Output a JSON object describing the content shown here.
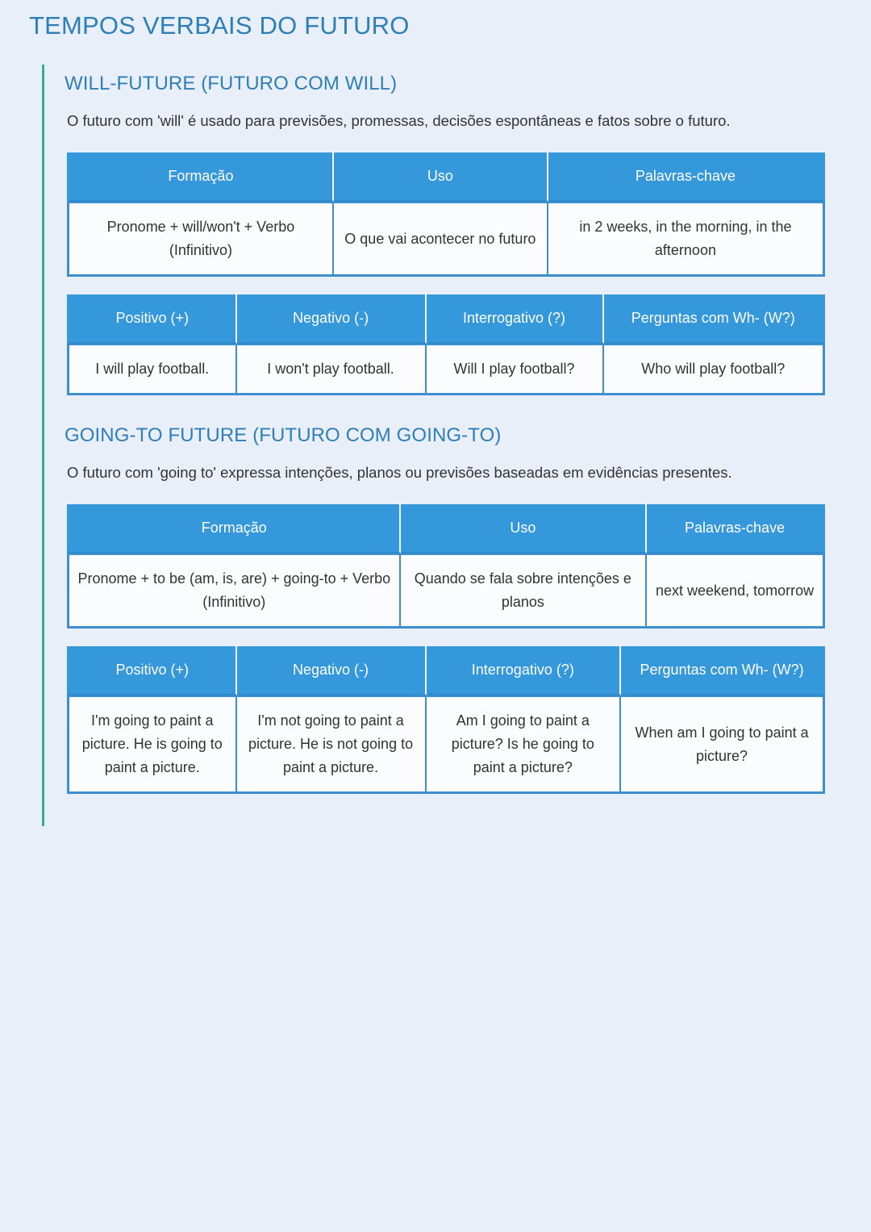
{
  "page": {
    "title": "TEMPOS VERBAIS DO FUTURO",
    "background_color": "#e8eff8",
    "accent_rail_color": "#3aab8e",
    "title_color": "#2e7fb8",
    "table_header_color": "#3498db",
    "table_border_color": "#3d8fcd",
    "cell_background": "#fafcfe",
    "body_text_color": "#333333"
  },
  "sections": [
    {
      "id": "will-future",
      "title": "WILL-FUTURE (FUTURO COM WILL)",
      "description": "O futuro com 'will' é usado para previsões, promessas, decisões espontâneas e fatos sobre o futuro.",
      "table_formation": {
        "headers": [
          "Formação",
          "Uso",
          "Palavras-chave"
        ],
        "rows": [
          [
            "Pronome + will/won't + Verbo (Infinitivo)",
            "O que vai acontecer no futuro",
            "in 2 weeks, in the morning, in the afternoon"
          ]
        ]
      },
      "table_forms": {
        "headers": [
          "Positivo (+)",
          "Negativo (-)",
          "Interrogativo (?)",
          "Perguntas com Wh- (W?)"
        ],
        "rows": [
          [
            "I will play football.",
            "I won't play football.",
            "Will I play football?",
            "Who will play football?"
          ]
        ]
      }
    },
    {
      "id": "going-to-future",
      "title": "GOING-TO FUTURE (FUTURO COM GOING-TO)",
      "description": "O futuro com 'going to' expressa intenções, planos ou previsões baseadas em evidências presentes.",
      "table_formation": {
        "headers": [
          "Formação",
          "Uso",
          "Palavras-chave"
        ],
        "rows": [
          [
            "Pronome + to be (am, is, are) + going-to + Verbo (Infinitivo)",
            "Quando se fala sobre intenções e planos",
            "next weekend, tomorrow"
          ]
        ]
      },
      "table_forms": {
        "headers": [
          "Positivo (+)",
          "Negativo (-)",
          "Interrogativo (?)",
          "Perguntas com Wh- (W?)"
        ],
        "rows": [
          [
            "I'm going to paint a picture. He is going to paint a picture.",
            "I'm not going to paint a picture. He is not going to paint a picture.",
            "Am I going to paint a picture? Is he going to paint a picture?",
            "When am I going to paint a picture?"
          ]
        ]
      }
    }
  ]
}
